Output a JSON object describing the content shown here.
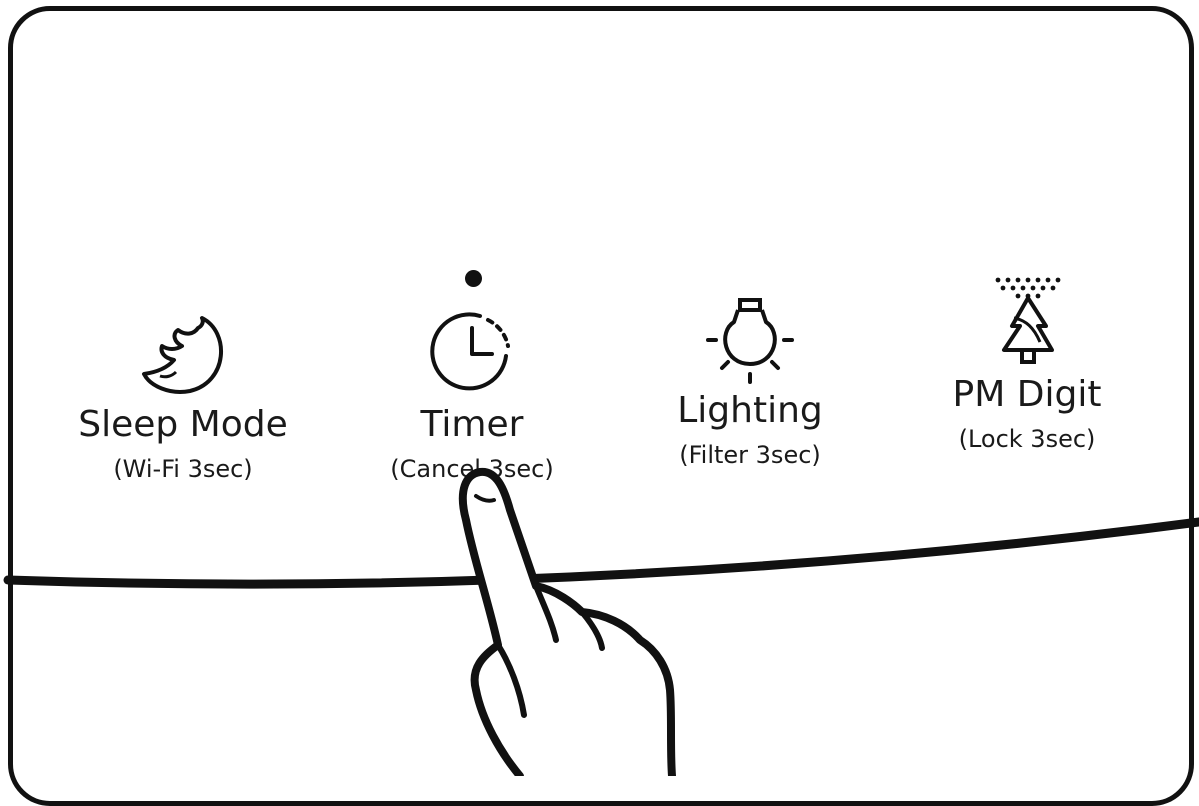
{
  "controls": [
    {
      "label": "Sleep Mode",
      "sub": "(Wi-Fi 3sec)",
      "icon": "moon-icon"
    },
    {
      "label": "Timer",
      "sub": "(Cancel 3sec)",
      "icon": "timer-icon"
    },
    {
      "label": "Lighting",
      "sub": "(Filter 3sec)",
      "icon": "lightbulb-icon"
    },
    {
      "label": "PM Digit",
      "sub": "(Lock 3sec)",
      "icon": "pm-digit-icon"
    }
  ],
  "indicator_active": "Timer",
  "pointer": "hand-pointing-icon"
}
